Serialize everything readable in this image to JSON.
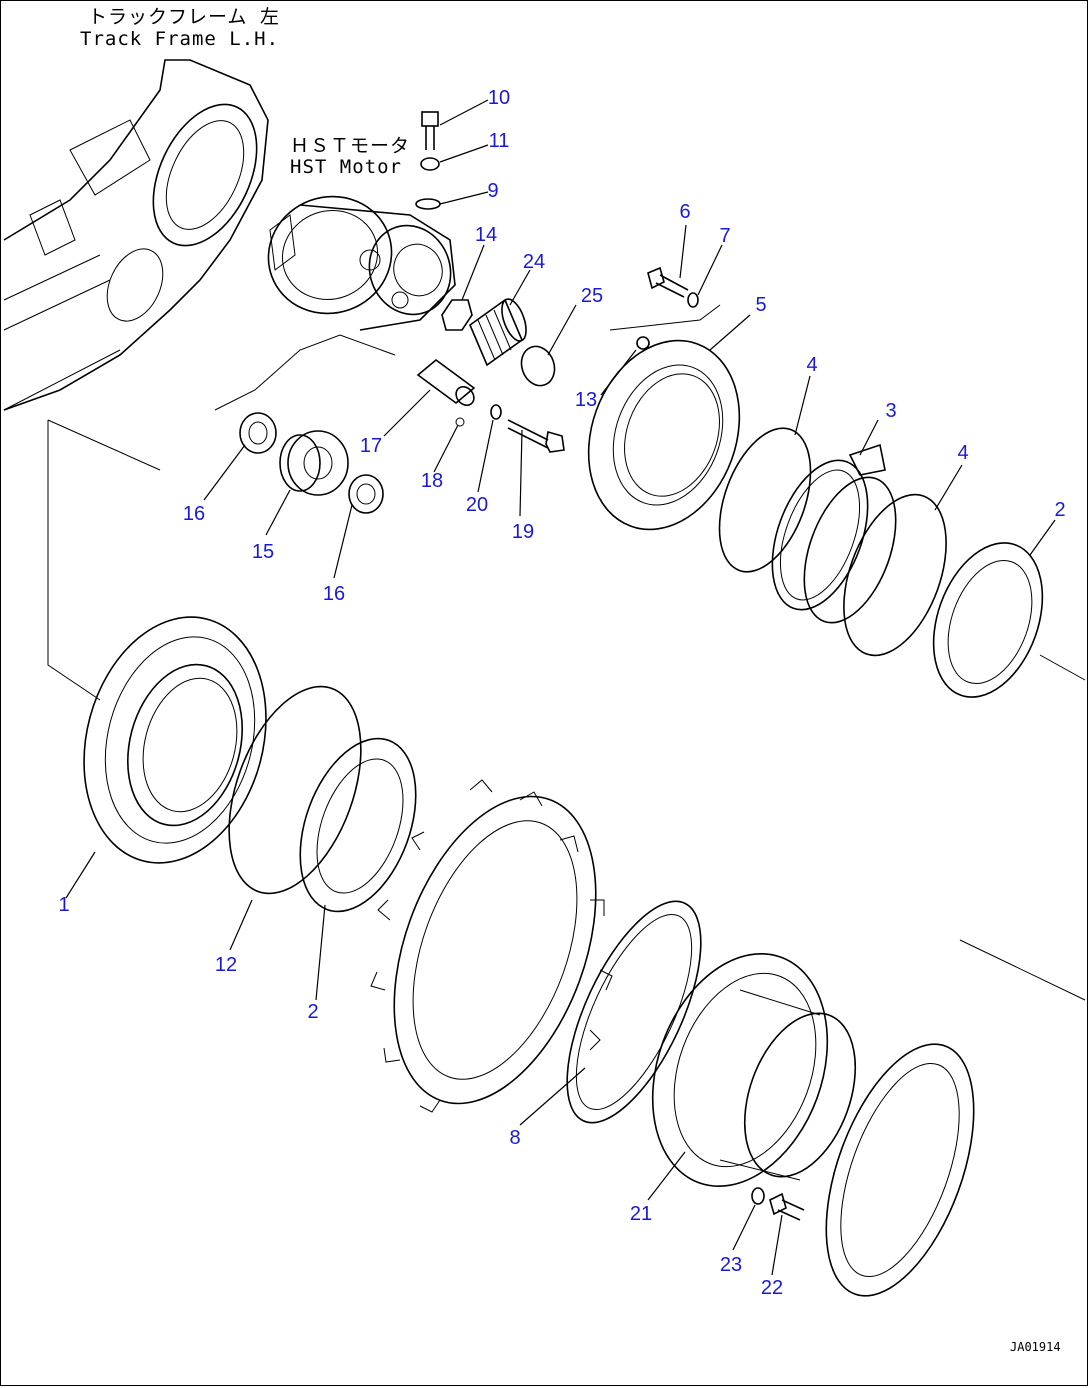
{
  "captions": {
    "track_frame_jp": "トラックフレーム 左",
    "track_frame_en": "Track Frame L.H.",
    "hst_motor_jp": "ＨＳＴモータ",
    "hst_motor_en": "HST Motor"
  },
  "callouts": [
    {
      "id": "1",
      "label": "1"
    },
    {
      "id": "2a",
      "label": "2"
    },
    {
      "id": "2b",
      "label": "2"
    },
    {
      "id": "3",
      "label": "3"
    },
    {
      "id": "4a",
      "label": "4"
    },
    {
      "id": "4b",
      "label": "4"
    },
    {
      "id": "5",
      "label": "5"
    },
    {
      "id": "6",
      "label": "6"
    },
    {
      "id": "7",
      "label": "7"
    },
    {
      "id": "8",
      "label": "8"
    },
    {
      "id": "9",
      "label": "9"
    },
    {
      "id": "10",
      "label": "10"
    },
    {
      "id": "11",
      "label": "11"
    },
    {
      "id": "12",
      "label": "12"
    },
    {
      "id": "13",
      "label": "13"
    },
    {
      "id": "14",
      "label": "14"
    },
    {
      "id": "15",
      "label": "15"
    },
    {
      "id": "16a",
      "label": "16"
    },
    {
      "id": "16b",
      "label": "16"
    },
    {
      "id": "17",
      "label": "17"
    },
    {
      "id": "18",
      "label": "18"
    },
    {
      "id": "19",
      "label": "19"
    },
    {
      "id": "20",
      "label": "20"
    },
    {
      "id": "21",
      "label": "21"
    },
    {
      "id": "22",
      "label": "22"
    },
    {
      "id": "23",
      "label": "23"
    },
    {
      "id": "24",
      "label": "24"
    },
    {
      "id": "25",
      "label": "25"
    }
  ],
  "drawing_code": "JA01914",
  "colors": {
    "callout": "#1a1ad6",
    "line": "#000000",
    "background": "#ffffff"
  }
}
